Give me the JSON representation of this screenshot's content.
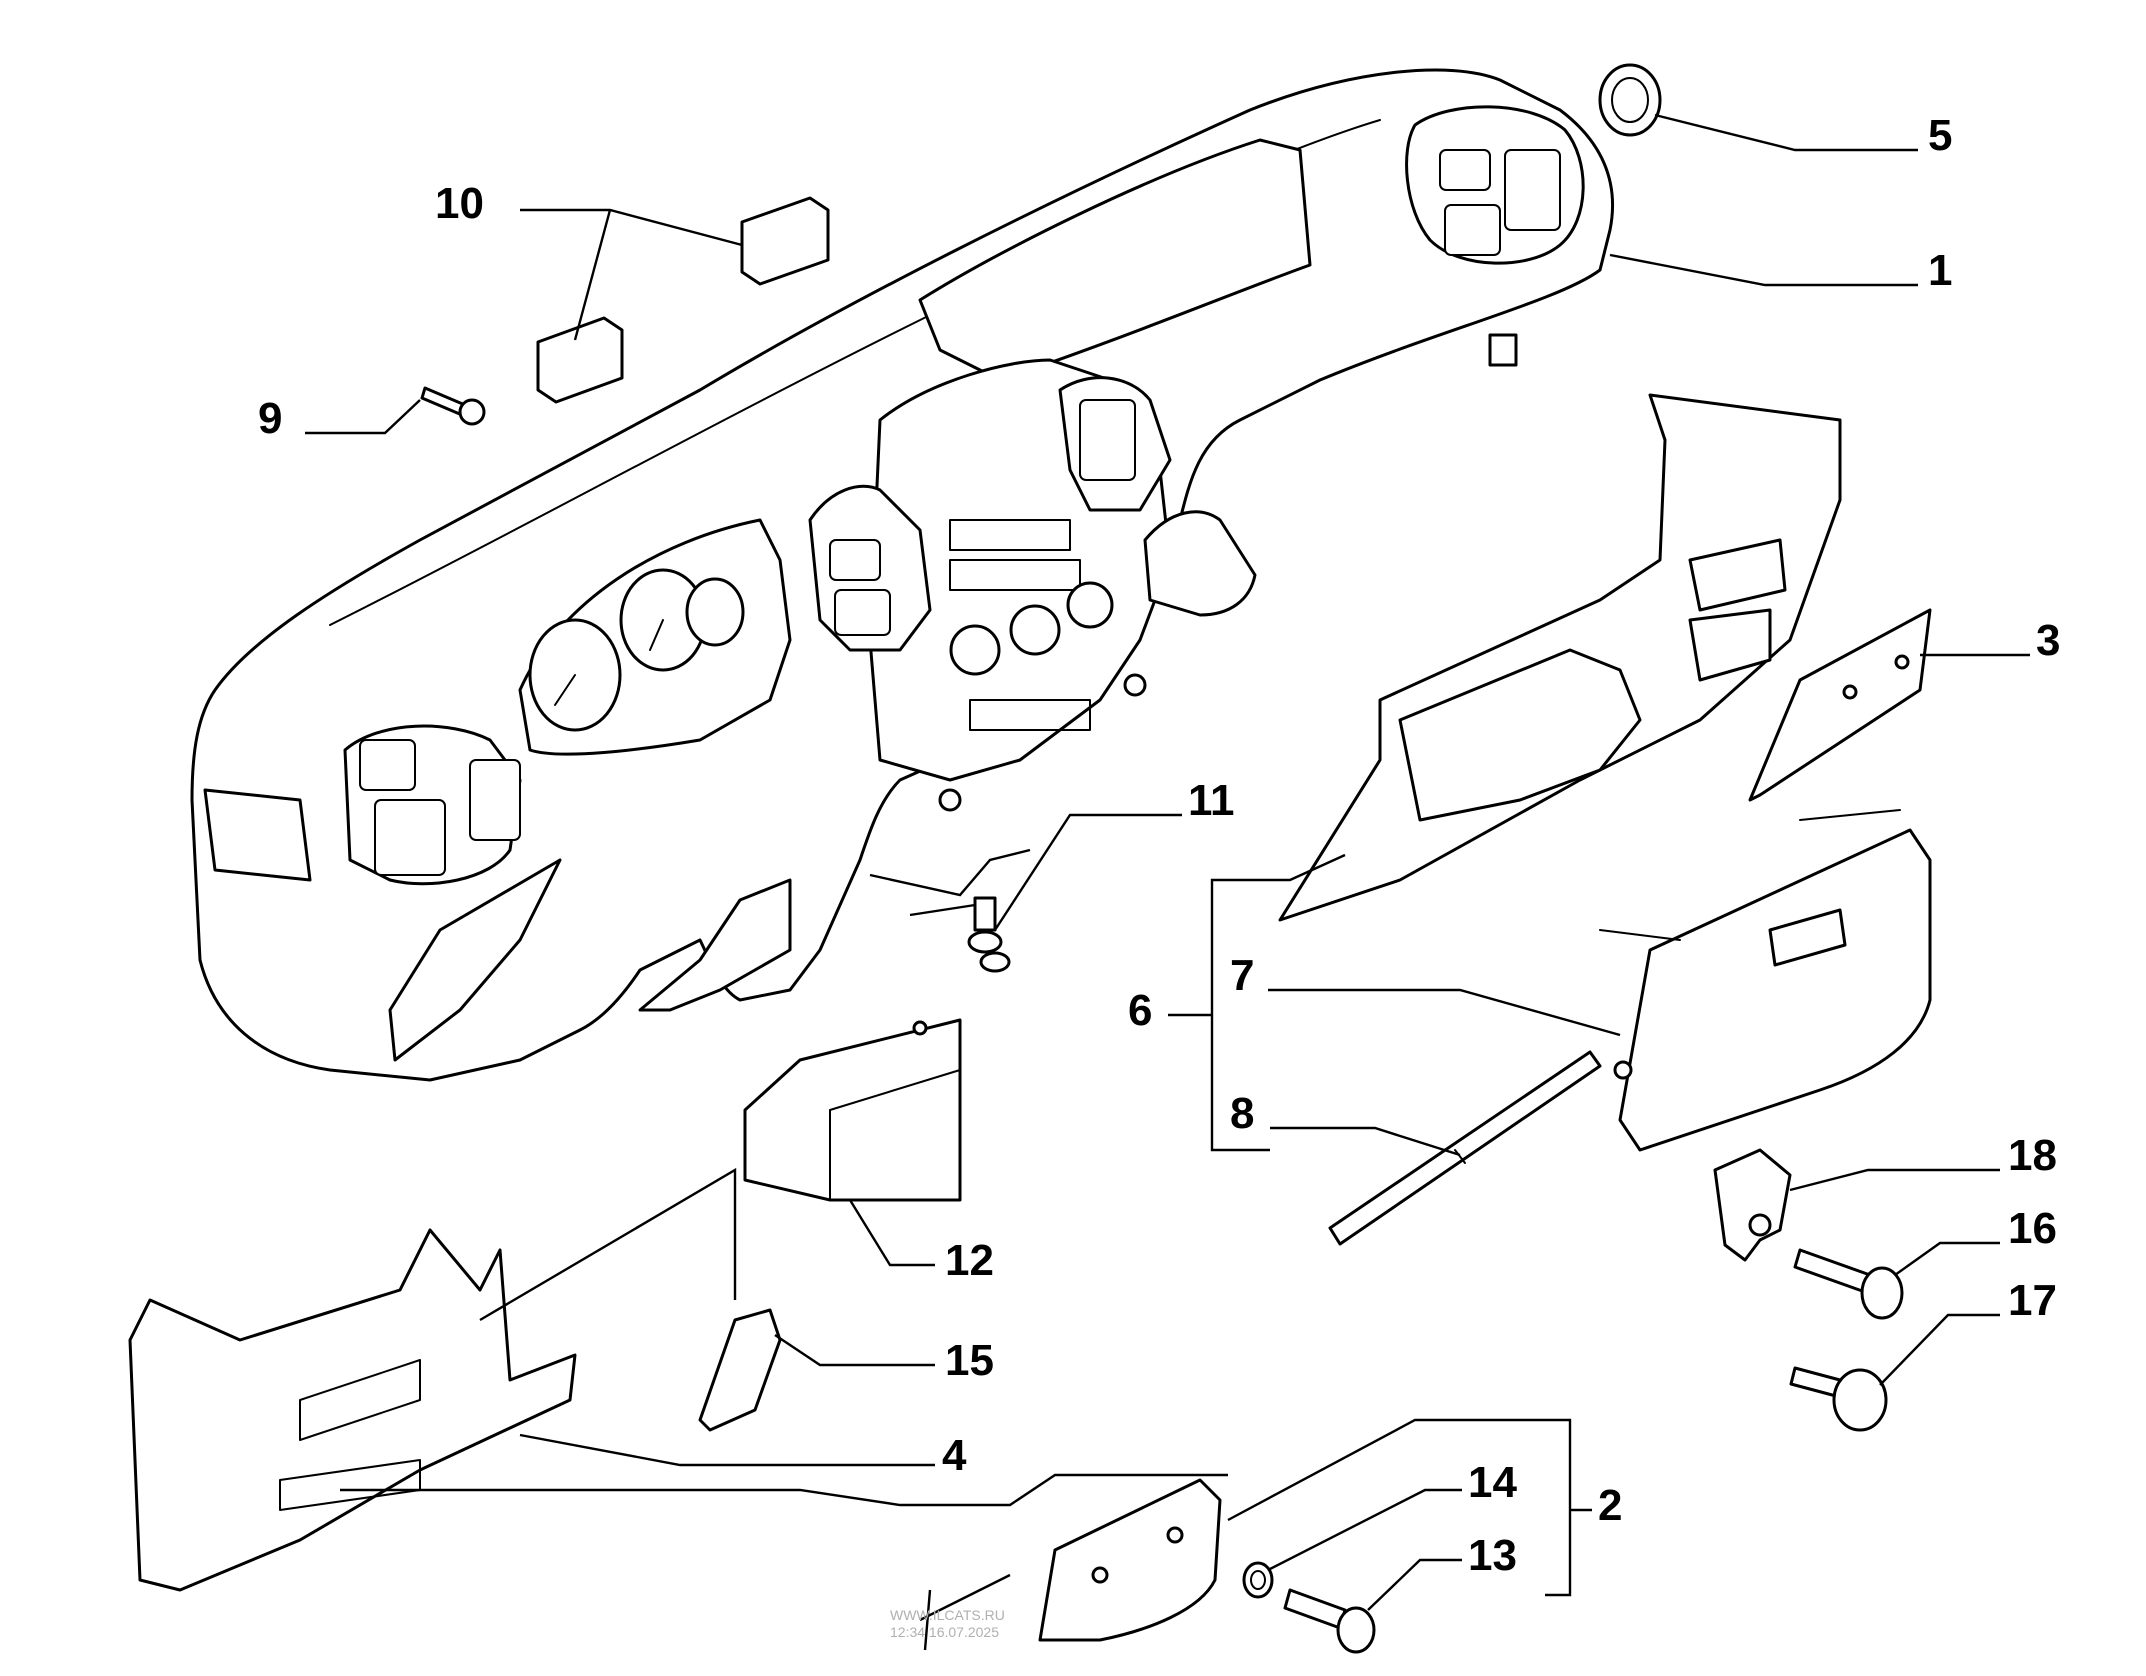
{
  "diagram": {
    "callouts": {
      "c1": "1",
      "c2": "2",
      "c3": "3",
      "c4": "4",
      "c5": "5",
      "c6": "6",
      "c7": "7",
      "c8": "8",
      "c9": "9",
      "c10": "10",
      "c11": "11",
      "c12": "12",
      "c13": "13",
      "c14": "14",
      "c15": "15",
      "c16": "16",
      "c17": "17",
      "c18": "18"
    },
    "watermark": {
      "site": "WWW.ILCATS.RU",
      "timestamp": "12:34 16.07.2025"
    }
  }
}
